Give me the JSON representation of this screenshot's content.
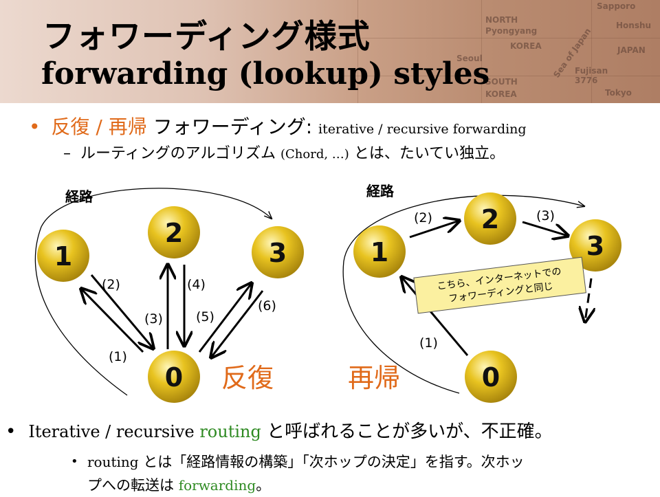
{
  "header": {
    "title_ja": "フォワーディング様式",
    "title_en": "forwarding (lookup) styles",
    "map_labels": [
      "NORTH",
      "Pyongyang",
      "KOREA",
      "Seoul",
      "SOUTH",
      "KOREA",
      "Sapporo",
      "Honshu",
      "JAPAN",
      "Fujisan",
      "3776",
      "Tokyo",
      "Sea of Japan"
    ]
  },
  "bullet1": {
    "marker": "•",
    "part1": "反復 / 再帰",
    "part2": " フォワーディング: ",
    "part3": "iterative / recursive forwarding"
  },
  "bullet1a": {
    "marker": "–",
    "part1": "ルーティングのアルゴリズム ",
    "part2": "(Chord, …)",
    "part3": " とは、たいてい独立。"
  },
  "diagram": {
    "node_labels": {
      "n0": "0",
      "n1": "1",
      "n2": "2",
      "n3": "3"
    },
    "path_label": "経路",
    "iterative_edge_labels": [
      "(1)",
      "(2)",
      "(3)",
      "(4)",
      "(5)",
      "(6)"
    ],
    "recursive_edge_labels": [
      "(1)",
      "(2)",
      "(3)"
    ],
    "iterative_label": "反復",
    "recursive_label": "再帰",
    "note_line1": "こちら、インターネットでの",
    "note_line2": "フォワーディングと同じ",
    "colors": {
      "node_fill": "#e8c320",
      "node_highlight": "#fff6b8",
      "note_fill": "#fbf0a0",
      "accent": "#e06a1a"
    }
  },
  "bullet2": {
    "marker": "•",
    "part1": "Iterative / recursive ",
    "part2": "routing",
    "part3": " と呼ばれることが多いが、不正確。"
  },
  "bullet2a": {
    "marker": "•",
    "part1": "routing",
    "part2": " とは「経路情報の構築」「次ホップの決定」を指す。次ホッ",
    "part3": "プへの転送は ",
    "part4": "forwarding",
    "part5": "。"
  }
}
